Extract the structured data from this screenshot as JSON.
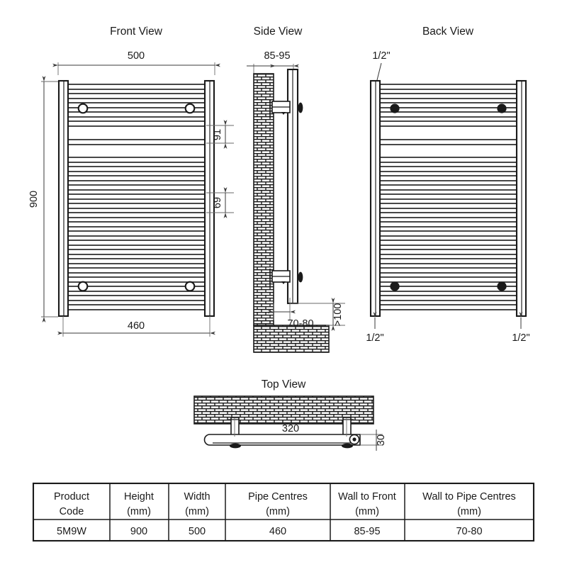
{
  "views": {
    "front": {
      "title": "Front View",
      "width_dim": "500",
      "height_dim": "900",
      "pipe_centres_dim": "460",
      "upper_gap_dim": "91",
      "lower_gap_dim": "69"
    },
    "side": {
      "title": "Side View",
      "wall_to_front_dim": "85-95",
      "wall_to_pipe_dim": "70-80",
      "floor_clearance_dim": ">100"
    },
    "back": {
      "title": "Back View",
      "connection_top_left": "1/2\"",
      "connection_bottom_left": "1/2\"",
      "connection_bottom_right": "1/2\""
    },
    "top": {
      "title": "Top View",
      "bracket_centres_dim": "320",
      "depth_dim": "30"
    }
  },
  "spec_table": {
    "headers": [
      "Product Code",
      "Height (mm)",
      "Width (mm)",
      "Pipe Centres (mm)",
      "Wall to Front (mm)",
      "Wall to Pipe Centres (mm)"
    ],
    "header_lines": [
      [
        "Product",
        "Code"
      ],
      [
        "Height",
        "(mm)"
      ],
      [
        "Width",
        "(mm)"
      ],
      [
        "Pipe Centres",
        "(mm)"
      ],
      [
        "Wall to Front",
        "(mm)"
      ],
      [
        "Wall to Pipe Centres",
        "(mm)"
      ]
    ],
    "rows": [
      [
        "5M9W",
        "900",
        "500",
        "460",
        "85-95",
        "70-80"
      ]
    ]
  },
  "colors": {
    "line": "#1a1a1a",
    "dimension": "#3a3a3a",
    "background": "#ffffff"
  }
}
